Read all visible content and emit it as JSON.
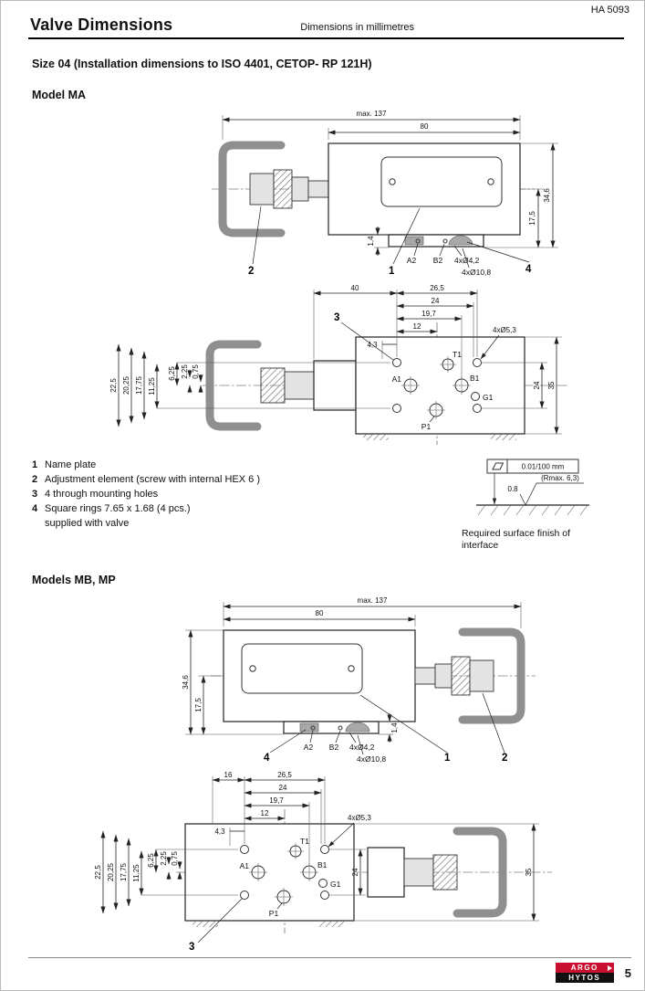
{
  "header": {
    "doc_number": "HA 5093",
    "title": "Valve Dimensions",
    "subtitle": "Dimensions in millimetres"
  },
  "headings": {
    "size": "Size 04 (Installation dimensions to ISO 4401, CETOP- RP 121H)",
    "model_ma": "Model MA",
    "models_mb_mp": "Models MB, MP"
  },
  "side_dims": {
    "max_len": "max. 137",
    "len80": "80",
    "h34": "34,6",
    "h17": "17,5",
    "t14": "1,4",
    "a2": "A2",
    "b2": "B2",
    "holes42": "4xØ4,2",
    "holes108": "4xØ10,8"
  },
  "top_dims": {
    "w40": "40",
    "w16": "16",
    "w265": "26,5",
    "w24": "24",
    "w197": "19,7",
    "w12": "12",
    "w43": "4,3",
    "holes53": "4xØ5,3",
    "d625": "6,25",
    "d225": "2,25",
    "d075": "0,75",
    "d2250": "22,5",
    "d2025": "20,25",
    "d1775": "17,75",
    "d1125": "11,25",
    "h24": "24",
    "h35": "35",
    "a1": "A1",
    "b1": "B1",
    "g1": "G1",
    "p1": "P1",
    "t1": "T1"
  },
  "callouts": {
    "c1": "1",
    "c2": "2",
    "c3": "3",
    "c4": "4"
  },
  "legend": {
    "items": [
      {
        "num": "1",
        "text": "Name plate"
      },
      {
        "num": "2",
        "text": "Adjustment element (screw with internal HEX 6 )"
      },
      {
        "num": "3",
        "text": "4 through mounting holes"
      },
      {
        "num": "4",
        "text": "Square rings 7.65 x 1.68 (4 pcs.)"
      }
    ],
    "item4_cont": "supplied with valve"
  },
  "surface": {
    "flatness": "0.01/100 mm",
    "roughness": "0.8",
    "roughness_note": "(Rmax. 6,3)",
    "caption_line1": "Required surface finish of",
    "caption_line2": "interface"
  },
  "footer": {
    "brand_top": "ARGO",
    "brand_bottom": "HYTOS",
    "page": "5"
  }
}
